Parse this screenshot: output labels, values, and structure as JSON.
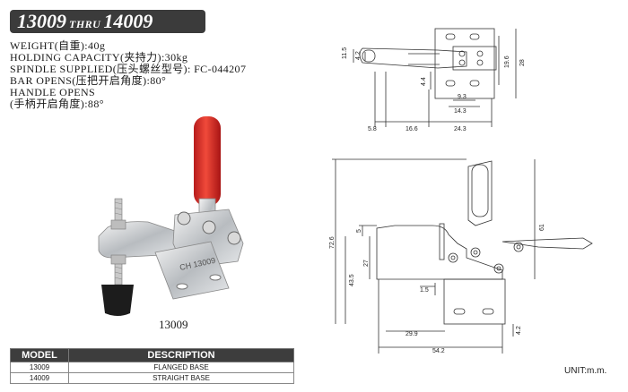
{
  "title": {
    "from": "13009",
    "thru": "THRU",
    "to": "14009"
  },
  "specs": [
    "WEIGHT(自重):40g",
    "HOLDING CAPACITY(夹持力):30kg",
    "SPINDLE SUPPLIED(压头螺丝型号): FC-044207",
    "BAR OPENS(压把开启角度):80°",
    "HANDLE OPENS",
    "(手柄开启角度):88°"
  ],
  "product_caption": "13009",
  "part_stamp": "CH 13009",
  "table": {
    "headers": [
      "MODEL",
      "DESCRIPTION"
    ],
    "rows": [
      {
        "model": "13009",
        "description": "FLANGED BASE"
      },
      {
        "model": "14009",
        "description": "STRAIGHT BASE"
      }
    ]
  },
  "top_view_dims": [
    "11.5",
    "4.2",
    "19.6",
    "28",
    "4.4",
    "9.3",
    "14.3",
    "5.8",
    "16.6",
    "24.3"
  ],
  "side_view_dims": [
    "72.6",
    "5",
    "61",
    "27",
    "43.5",
    "1.5",
    "29.9",
    "54.2",
    "4.2"
  ],
  "unit_label": "UNIT:m.m."
}
